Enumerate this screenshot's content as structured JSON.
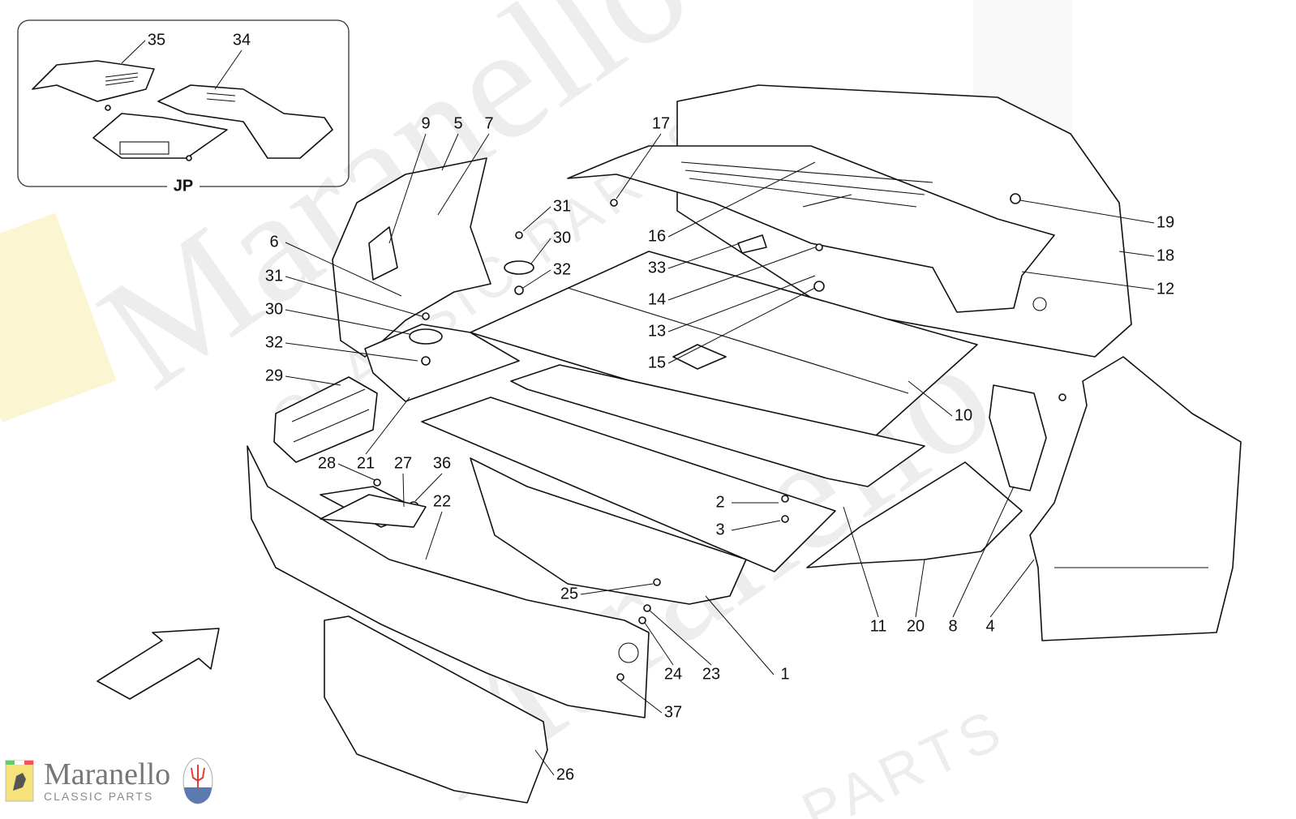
{
  "diagram": {
    "inset_label": "JP",
    "callouts": [
      "35",
      "34",
      "9",
      "5",
      "7",
      "17",
      "31",
      "30",
      "32",
      "6",
      "31",
      "30",
      "32",
      "29",
      "16",
      "33",
      "14",
      "13",
      "15",
      "19",
      "18",
      "12",
      "10",
      "28",
      "21",
      "27",
      "36",
      "22",
      "2",
      "3",
      "25",
      "24",
      "23",
      "1",
      "37",
      "26",
      "11",
      "20",
      "8",
      "4"
    ]
  },
  "watermark": {
    "text": "Maranello",
    "subtext": "CLASSIC PARTS",
    "subtext2": "PARTS"
  },
  "logo": {
    "title": "Maranello",
    "subtitle": "CLASSIC PARTS",
    "badge_left": "Ferrari",
    "badge_right": "MASERATI"
  },
  "colors": {
    "line": "#111111",
    "watermark": "#d8d8d8",
    "ferrari_yellow": "#f5e27a",
    "maserati_red": "#e0403a",
    "maserati_blue": "#5a7ab0"
  }
}
